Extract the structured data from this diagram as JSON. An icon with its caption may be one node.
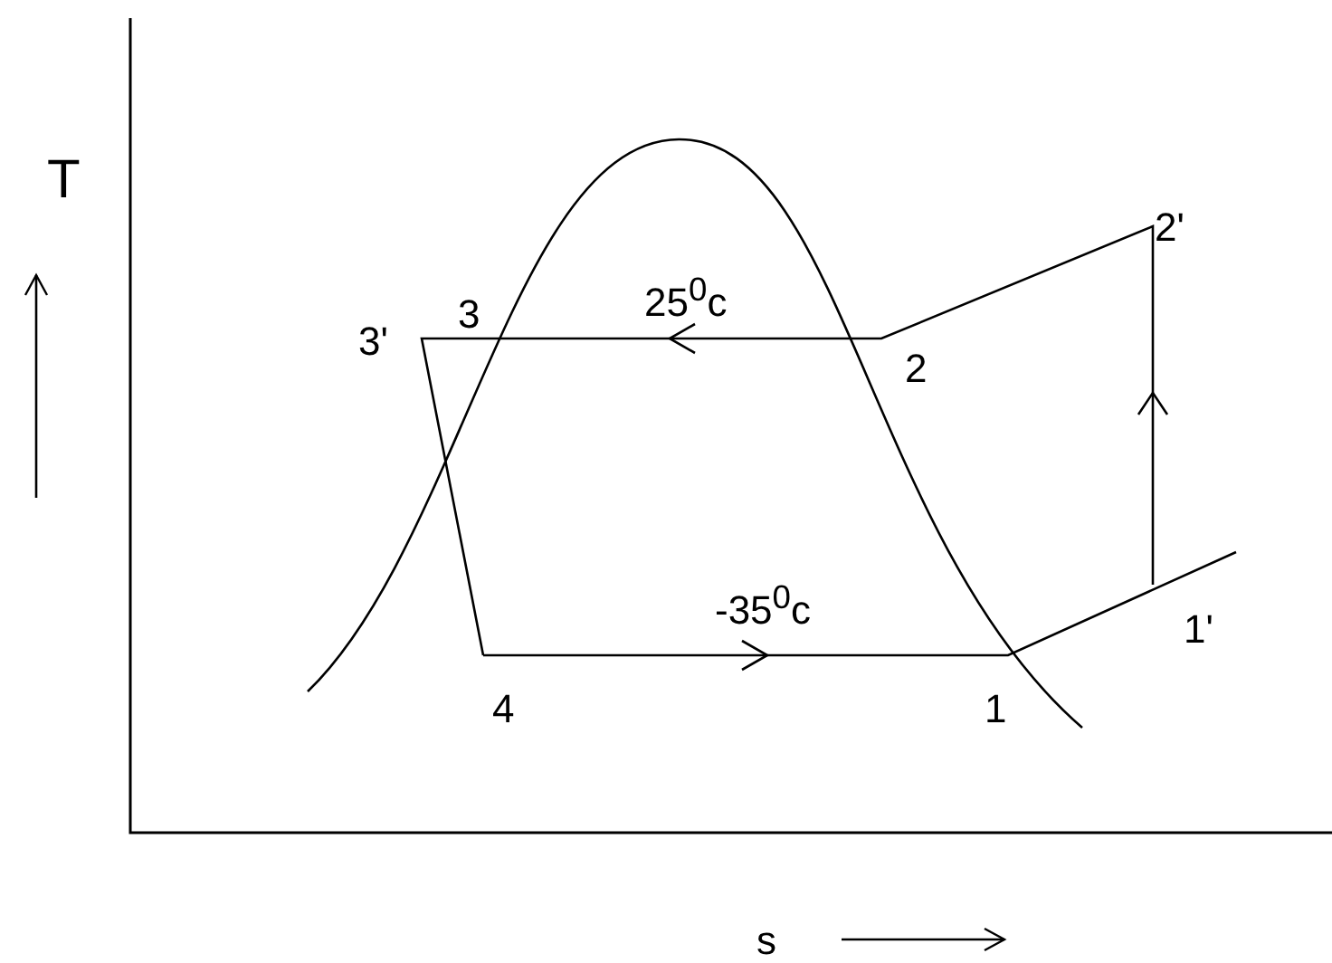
{
  "diagram": {
    "labels": [
      "T",
      "2'",
      "3'",
      "3",
      "25$^{0}$c",
      "2",
      "-35$^{0}$c",
      "1'",
      "4",
      "1",
      "s"
    ]
  }
}
